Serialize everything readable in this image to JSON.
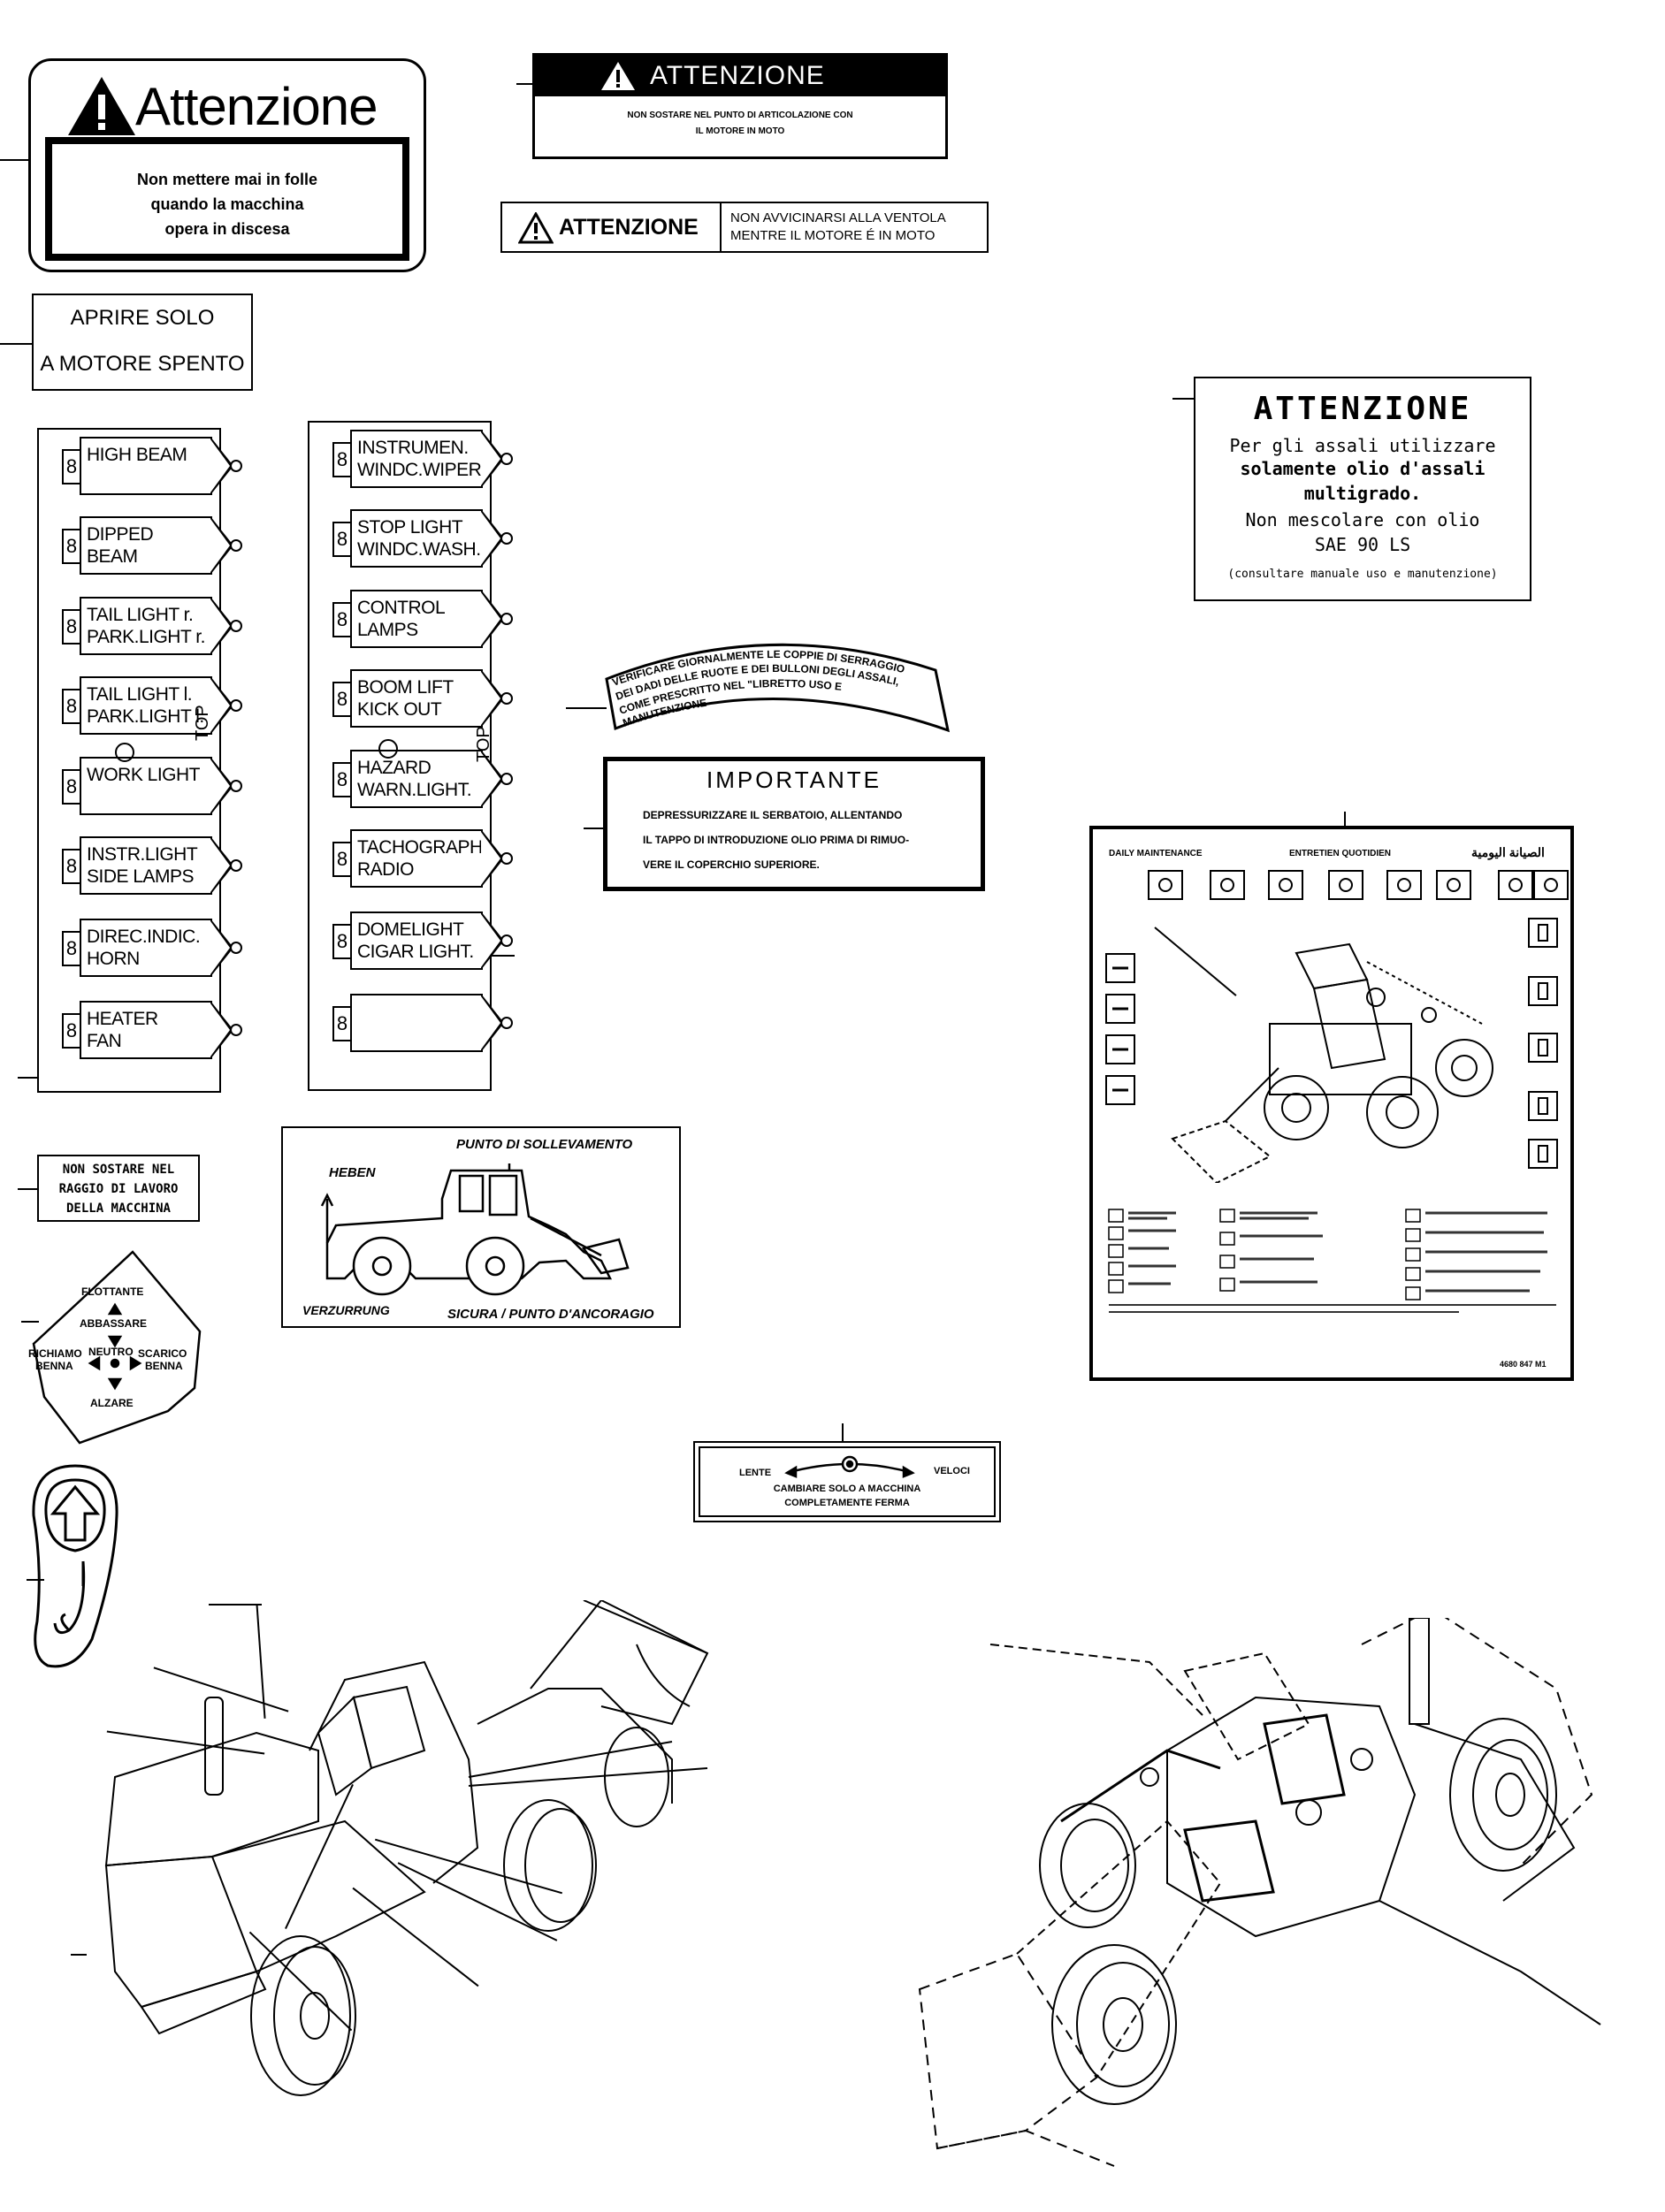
{
  "attenzione_big": {
    "title": "Attenzione",
    "lines": [
      "Non mettere mai in folle",
      "quando la macchina",
      "opera in discesa"
    ]
  },
  "black_header_decal": {
    "title": "ATTENZIONE",
    "lines": [
      "NON SOSTARE NEL PUNTO DI ARTICOLAZIONE CON",
      "IL MOTORE IN MOTO"
    ]
  },
  "fan_decal": {
    "title": "ATTENZIONE",
    "lines": [
      "NON AVVICINARSI ALLA VENTOLA",
      "MENTRE IL MOTORE É IN MOTO"
    ]
  },
  "aprire_decal": {
    "lines": [
      "APRIRE SOLO",
      "A MOTORE SPENTO"
    ]
  },
  "fuse_left": {
    "number": "8",
    "top_label": "TOP",
    "items": [
      [
        "HIGH BEAM"
      ],
      [
        "DIPPED",
        "BEAM"
      ],
      [
        "TAIL LIGHT r.",
        "PARK.LIGHT r."
      ],
      [
        "TAIL LIGHT l.",
        "PARK.LIGHT l."
      ],
      [
        "WORK LIGHT"
      ],
      [
        "INSTR.LIGHT",
        "SIDE LAMPS"
      ],
      [
        "DIREC.INDIC.",
        "HORN"
      ],
      [
        "HEATER",
        "FAN"
      ]
    ]
  },
  "fuse_right": {
    "number": "8",
    "top_label": "TOP",
    "items": [
      [
        "INSTRUMEN.",
        "WINDC.WIPER"
      ],
      [
        "STOP LIGHT",
        "WINDC.WASH."
      ],
      [
        "CONTROL",
        "LAMPS"
      ],
      [
        "BOOM LIFT",
        "KICK OUT"
      ],
      [
        "HAZARD",
        "WARN.LIGHT."
      ],
      [
        "TACHOGRAPH",
        "RADIO"
      ],
      [
        "DOMELIGHT",
        "CIGAR LIGHT."
      ],
      []
    ]
  },
  "axle_decal": {
    "title": "ATTENZIONE",
    "lines": [
      "Per gli assali utilizzare",
      "solamente olio d'assali",
      "multigrado.",
      "Non mescolare con olio",
      "SAE 90 LS",
      "(consultare manuale uso e manutenzione)"
    ]
  },
  "arc_decal": {
    "lines": [
      "VERIFICARE GIORNALMENTE LE COPPIE DI SERRAGGIO",
      "DEI DADI DELLE RUOTE E DEI BULLONI DEGLI ASSALI,",
      "COME PRESCRITTO NEL \"LIBRETTO USO E",
      "MANUTENZIONE"
    ]
  },
  "importante_decal": {
    "title": "IMPORTANTE",
    "lines": [
      "DEPRESSURIZZARE IL SERBATOIO, ALLENTANDO",
      "IL TAPPO DI INTRODUZIONE OLIO PRIMA DI RIMUO-",
      "VERE IL COPERCHIO SUPERIORE."
    ]
  },
  "daily_maint": {
    "heading_en": "DAILY MAINTENANCE",
    "heading_fr": "ENTRETIEN QUOTIDIEN",
    "heading_ar": "الصيانة اليومية",
    "part_no": "4680 847 M1"
  },
  "non_sostare": {
    "lines": [
      "NON SOSTARE NEL",
      "RAGGIO DI LAVORO",
      "DELLA MACCHINA"
    ]
  },
  "lift_decal": {
    "top_right": "PUNTO DI SOLLEVAMENTO",
    "heben": "HEBEN",
    "verzurrung": "VERZURRUNG",
    "sicura": "SICURA / PUNTO D'ANCORAGIO"
  },
  "joystick_decal": {
    "flottante": "FLOTTANTE",
    "abbassare": "ABBASSARE",
    "richiamo": "RICHIAMO",
    "benna_l": "BENNA",
    "neutro": "NEUTRO",
    "scarico": "SCARICO",
    "benna_r": "BENNA",
    "alzare": "ALZARE"
  },
  "speed_decal": {
    "lente": "LENTE",
    "veloci": "VELOCI",
    "lines": [
      "CAMBIARE SOLO A MACCHINA",
      "COMPLETAMENTE FERMA"
    ]
  }
}
